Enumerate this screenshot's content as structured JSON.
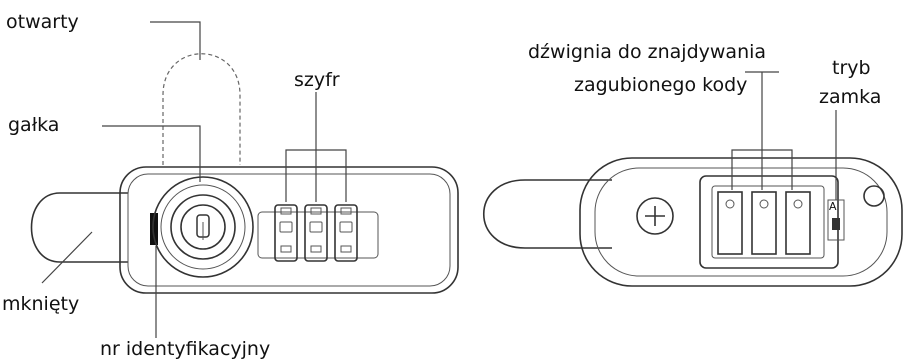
{
  "labels": {
    "open": "otwarty",
    "knob": "gałka",
    "code": "szyfr",
    "closed": "mknięty",
    "id_number": "nr identyfikacyjny",
    "reset_lever_line1": "dźwignia do znajdywania",
    "reset_lever_line2": "zagubionego kody",
    "lock_mode_line1": "tryb",
    "lock_mode_line2": "zamka"
  },
  "mode_switch_letter": "A"
}
